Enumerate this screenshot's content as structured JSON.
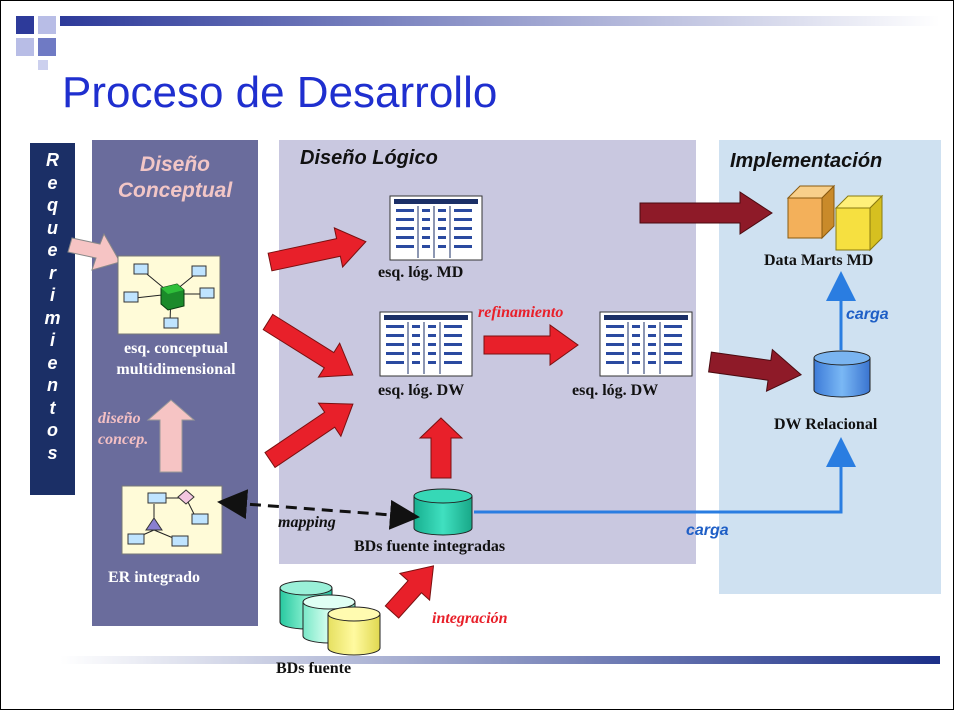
{
  "slide": {
    "title": "Proceso de Desarrollo",
    "requerimientos_letters": [
      "R",
      "e",
      "q",
      "u",
      "e",
      "r",
      "i",
      "m",
      "i",
      "e",
      "n",
      "t",
      "o",
      "s"
    ]
  },
  "panels": {
    "conceptual": {
      "title": "Diseño Conceptual",
      "color": "#6a6c9c"
    },
    "logico": {
      "title": "Diseño Lógico",
      "color": "#c9c8e0"
    },
    "implementacion": {
      "title": "Implementación",
      "color": "#cfe1f1"
    }
  },
  "nodes": {
    "esq_conceptual": "esq. conceptual multidimensional",
    "er_integrado": "ER integrado",
    "esq_log_md": "esq. lóg. MD",
    "esq_log_dw_1": "esq. lóg. DW",
    "esq_log_dw_2": "esq. lóg. DW",
    "bds_fuente_integradas": "BDs fuente integradas",
    "bds_fuente": "BDs fuente",
    "data_marts_md": "Data Marts MD",
    "dw_relacional": "DW Relacional"
  },
  "edge_labels": {
    "diseno_concep": "diseño concep.",
    "mapping": "mapping",
    "refinamiento": "refinamiento",
    "integracion": "integración",
    "carga_1": "carga",
    "carga_2": "carga"
  },
  "colors": {
    "title_blue": "#1f2fcf",
    "arrow_red": "#e8202a",
    "arrow_dark_red": "#8e1a28",
    "arrow_blue": "#2a7de1",
    "arrow_pink": "#f6c4c4",
    "db_teal": "#20c0a0",
    "db_blue": "#5a9ae8",
    "cube_orange": "#f3b05a",
    "cube_yellow": "#f6e040"
  }
}
